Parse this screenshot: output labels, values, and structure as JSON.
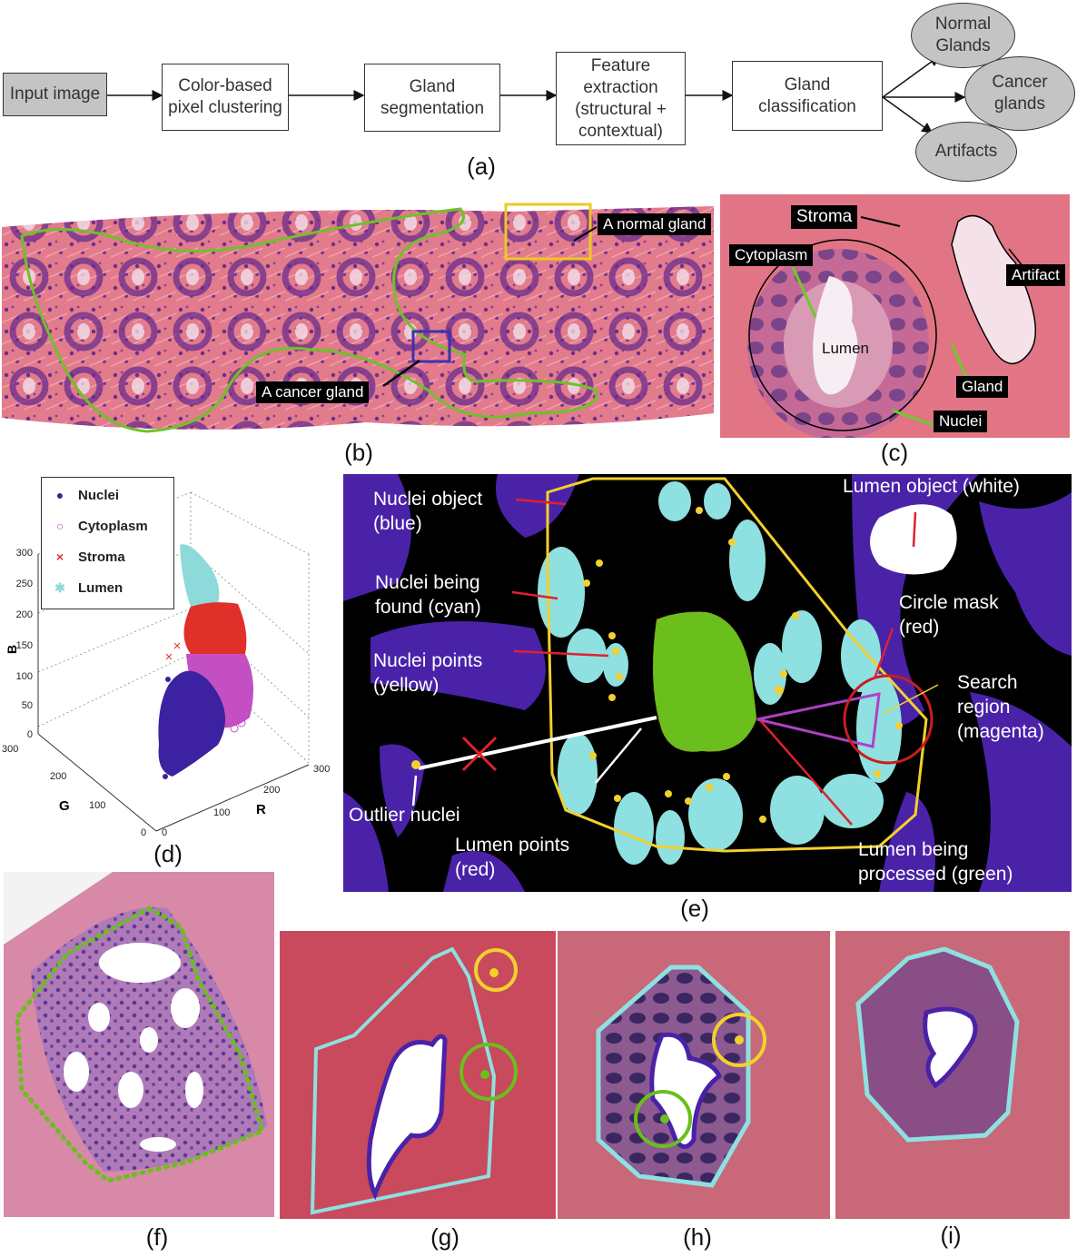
{
  "flowchart": {
    "panel_label": "(a)",
    "steps": [
      {
        "id": "input",
        "label": "Input image"
      },
      {
        "id": "clustering",
        "label": "Color-based pixel clustering"
      },
      {
        "id": "segmentation",
        "label": "Gland segmentation"
      },
      {
        "id": "features",
        "label": "Feature extraction (structural + contextual)"
      },
      {
        "id": "classification",
        "label": "Gland classification"
      }
    ],
    "outputs": [
      {
        "id": "normal",
        "label": "Normal Glands"
      },
      {
        "id": "cancer",
        "label": "Cancer glands"
      },
      {
        "id": "artifacts",
        "label": "Artifacts"
      }
    ]
  },
  "panel_b": {
    "label": "(b)",
    "annotations": {
      "normal": "A normal gland",
      "cancer": "A cancer gland"
    }
  },
  "panel_c": {
    "label": "(c)",
    "annotations": {
      "stroma": "Stroma",
      "cytoplasm": "Cytoplasm",
      "lumen": "Lumen",
      "artifact": "Artifact",
      "gland": "Gland",
      "nuclei": "Nuclei"
    }
  },
  "panel_d": {
    "label": "(d)"
  },
  "chart_data": {
    "type": "scatter",
    "title": "",
    "dimensions": "3D",
    "xlabel": "R",
    "ylabel": "G",
    "zlabel": "B",
    "x_ticks": [
      0,
      100,
      200,
      300
    ],
    "y_ticks": [
      0,
      100,
      200,
      300
    ],
    "z_ticks": [
      0,
      50,
      100,
      150,
      200,
      250,
      300
    ],
    "xlim": [
      0,
      300
    ],
    "ylim": [
      0,
      300
    ],
    "zlim": [
      0,
      300
    ],
    "grid": true,
    "legend_position": "top-left",
    "series": [
      {
        "name": "Nuclei",
        "marker": "filled-circle",
        "color": "#3a1fa0",
        "approx_B_range": [
          0,
          130
        ]
      },
      {
        "name": "Cytoplasm",
        "marker": "open-circle",
        "color": "#c040c0",
        "approx_B_range": [
          50,
          140
        ]
      },
      {
        "name": "Stroma",
        "marker": "x",
        "color": "#e03020",
        "approx_B_range": [
          130,
          210
        ]
      },
      {
        "name": "Lumen",
        "marker": "asterisk",
        "color": "#80d8d8",
        "approx_B_range": [
          200,
          300
        ]
      }
    ]
  },
  "panel_e": {
    "label": "(e)",
    "annotations": {
      "nuclei_object": [
        "Nuclei object",
        "(blue)"
      ],
      "nuclei_found": [
        "Nuclei being",
        "found (cyan)"
      ],
      "nuclei_points": [
        "Nuclei points",
        "(yellow)"
      ],
      "outlier": "Outlier nuclei",
      "lumen_points": [
        "Lumen points",
        "(red)"
      ],
      "lumen_object": "Lumen object (white)",
      "circle_mask": [
        "Circle mask",
        "(red)"
      ],
      "search_region": [
        "Search",
        "region",
        "(magenta)"
      ],
      "lumen_processed": [
        "Lumen being",
        "processed (green)"
      ]
    }
  },
  "panel_f": {
    "label": "(f)"
  },
  "panel_g": {
    "label": "(g)"
  },
  "panel_h": {
    "label": "(h)"
  },
  "panel_i": {
    "label": "(i)"
  },
  "colors": {
    "tissue_pink": "#e0707f",
    "nuclei_blue": "#4a1fa8",
    "cyan": "#8fe0e0",
    "yellow": "#f3d02e",
    "green": "#6abf1c",
    "magenta": "#b040c8",
    "red": "#e02030"
  }
}
